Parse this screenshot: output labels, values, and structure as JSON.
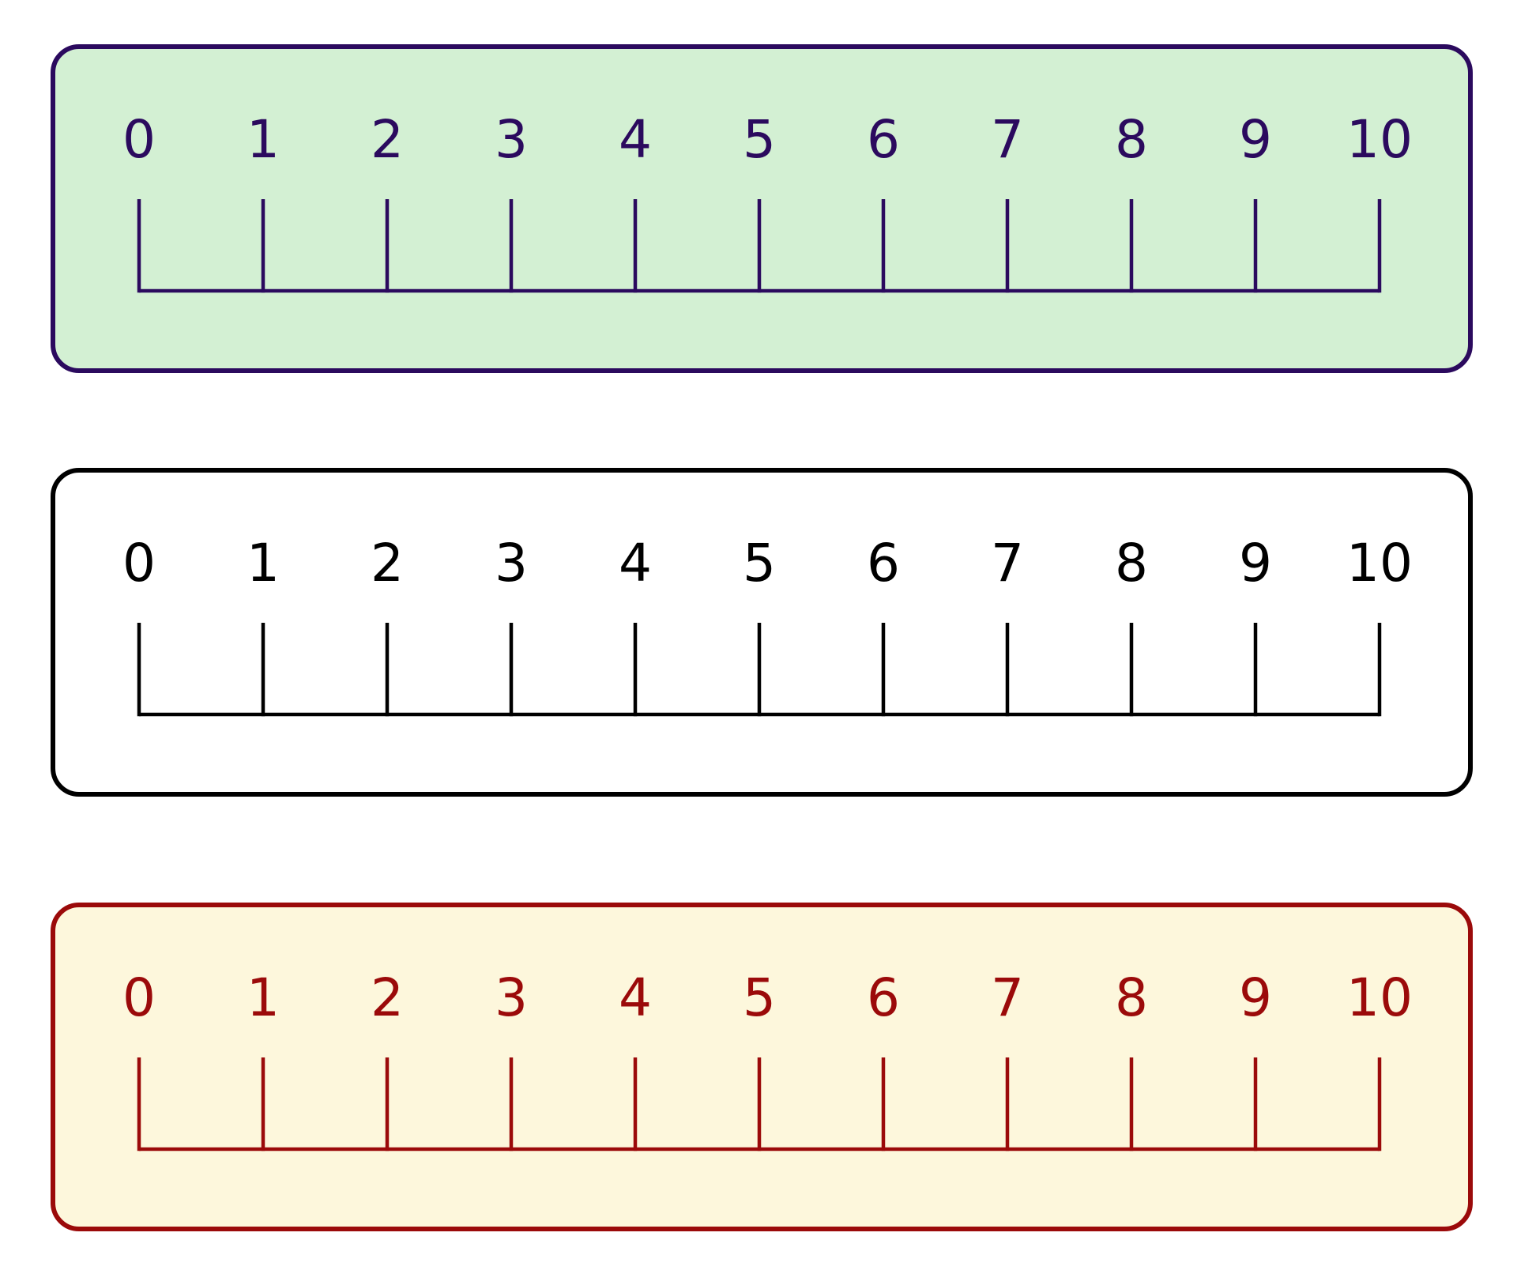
{
  "number_lines": [
    {
      "labels": [
        "0",
        "1",
        "2",
        "3",
        "4",
        "5",
        "6",
        "7",
        "8",
        "9",
        "10"
      ],
      "fill_color": "#d3f0d3",
      "line_color": "#2b0a5e"
    },
    {
      "labels": [
        "0",
        "1",
        "2",
        "3",
        "4",
        "5",
        "6",
        "7",
        "8",
        "9",
        "10"
      ],
      "fill_color": "#ffffff",
      "line_color": "#000000"
    },
    {
      "labels": [
        "0",
        "1",
        "2",
        "3",
        "4",
        "5",
        "6",
        "7",
        "8",
        "9",
        "10"
      ],
      "fill_color": "#fdf7dc",
      "line_color": "#9b0a0a"
    }
  ]
}
